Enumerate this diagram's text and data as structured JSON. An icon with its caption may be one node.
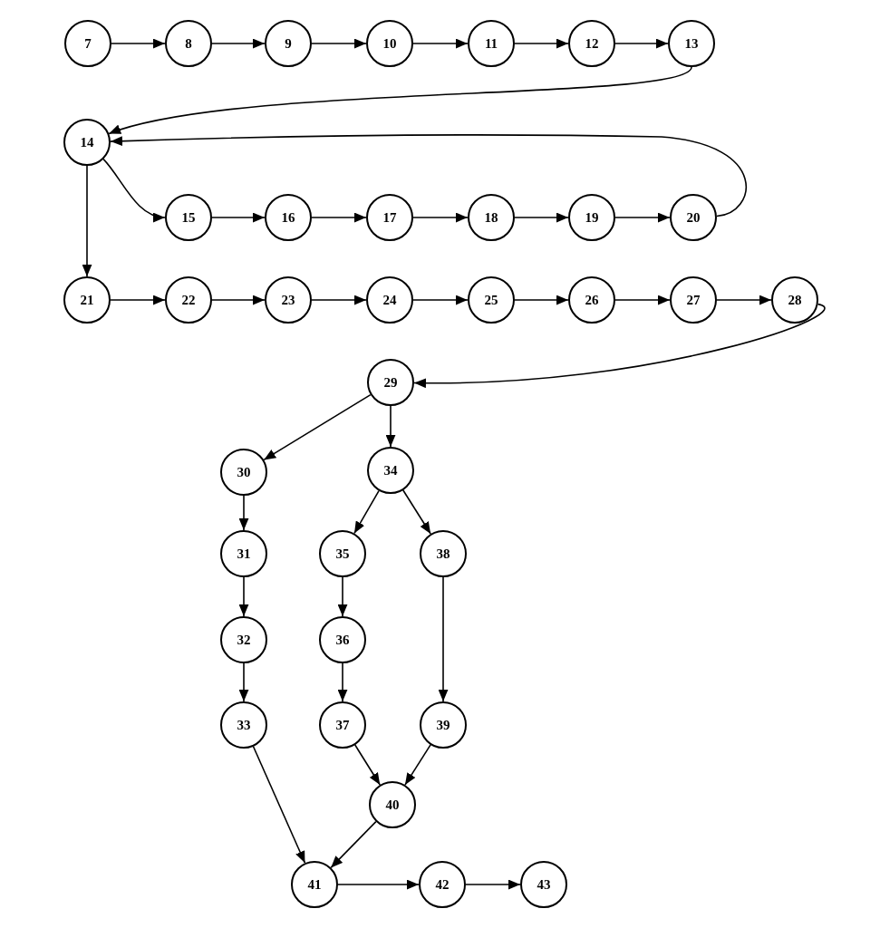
{
  "diagram": {
    "nodes": [
      {
        "text": [
          "7"
        ]
      },
      {
        "text": [
          "8"
        ]
      },
      {
        "text": [
          "9"
        ]
      },
      {
        "text": [
          "10"
        ]
      },
      {
        "text": [
          "11"
        ]
      },
      {
        "text": [
          "12"
        ]
      },
      {
        "text": [
          "13"
        ]
      },
      {
        "text": [
          "14"
        ]
      },
      {
        "text": [
          "15"
        ]
      },
      {
        "text": [
          "16"
        ]
      },
      {
        "text": [
          "17"
        ]
      },
      {
        "text": [
          "18"
        ]
      },
      {
        "text": [
          "19"
        ]
      },
      {
        "text": [
          "20"
        ]
      },
      {
        "text": [
          "21"
        ]
      },
      {
        "text": [
          "22"
        ]
      },
      {
        "text": [
          "23"
        ]
      },
      {
        "text": [
          "24"
        ]
      },
      {
        "text": [
          "25"
        ]
      },
      {
        "text": [
          "26"
        ]
      },
      {
        "text": [
          "27"
        ]
      },
      {
        "text": [
          "28"
        ]
      },
      {
        "text": [
          "29"
        ]
      },
      {
        "text": [
          "30"
        ]
      },
      {
        "text": [
          "31"
        ]
      },
      {
        "text": [
          "32"
        ]
      },
      {
        "text": [
          "33"
        ]
      },
      {
        "text": [
          "34"
        ]
      },
      {
        "text": [
          "35"
        ]
      },
      {
        "text": [
          "36"
        ]
      },
      {
        "text": [
          "37"
        ]
      },
      {
        "text": [
          "38"
        ]
      },
      {
        "text": [
          "39"
        ]
      },
      {
        "text": [
          "40"
        ]
      },
      {
        "text": [
          "41"
        ]
      },
      {
        "text": [
          "42"
        ]
      },
      {
        "text": [
          "43"
        ]
      }
    ],
    "edges": [
      {
        "from": 0,
        "to": 1,
        "arrow": "to"
      },
      {
        "from": 1,
        "to": 2,
        "arrow": "to"
      },
      {
        "from": 2,
        "to": 3,
        "arrow": "to"
      },
      {
        "from": 3,
        "to": 4,
        "arrow": "to"
      },
      {
        "from": 4,
        "to": 5,
        "arrow": "to"
      },
      {
        "from": 5,
        "to": 6,
        "arrow": "to"
      },
      {
        "from": 6,
        "to": 7,
        "arrow": "to"
      },
      {
        "from": 7,
        "to": 8,
        "arrow": "to"
      },
      {
        "from": 8,
        "to": 9,
        "arrow": "to"
      },
      {
        "from": 9,
        "to": 10,
        "arrow": "to"
      },
      {
        "from": 10,
        "to": 11,
        "arrow": "to"
      },
      {
        "from": 11,
        "to": 12,
        "arrow": "to"
      },
      {
        "from": 12,
        "to": 13,
        "arrow": "to"
      },
      {
        "from": 13,
        "to": 7,
        "arrow": "to"
      },
      {
        "from": 7,
        "to": 14,
        "arrow": "to"
      },
      {
        "from": 14,
        "to": 15,
        "arrow": "to"
      },
      {
        "from": 15,
        "to": 16,
        "arrow": "to"
      },
      {
        "from": 16,
        "to": 17,
        "arrow": "to"
      },
      {
        "from": 17,
        "to": 18,
        "arrow": "to"
      },
      {
        "from": 18,
        "to": 19,
        "arrow": "to"
      },
      {
        "from": 19,
        "to": 20,
        "arrow": "to"
      },
      {
        "from": 20,
        "to": 21,
        "arrow": "to"
      },
      {
        "from": 21,
        "to": 22,
        "arrow": "to"
      },
      {
        "from": 22,
        "to": 23,
        "arrow": "to"
      },
      {
        "from": 22,
        "to": 27,
        "arrow": "to"
      },
      {
        "from": 23,
        "to": 24,
        "arrow": "to"
      },
      {
        "from": 24,
        "to": 25,
        "arrow": "to"
      },
      {
        "from": 25,
        "to": 26,
        "arrow": "to"
      },
      {
        "from": 26,
        "to": 34,
        "arrow": "to"
      },
      {
        "from": 27,
        "to": 28,
        "arrow": "to"
      },
      {
        "from": 27,
        "to": 31,
        "arrow": "to"
      },
      {
        "from": 28,
        "to": 29,
        "arrow": "to"
      },
      {
        "from": 29,
        "to": 30,
        "arrow": "to"
      },
      {
        "from": 30,
        "to": 33,
        "arrow": "to"
      },
      {
        "from": 31,
        "to": 32,
        "arrow": "to"
      },
      {
        "from": 32,
        "to": 33,
        "arrow": "to"
      },
      {
        "from": 33,
        "to": 34,
        "arrow": "to"
      },
      {
        "from": 34,
        "to": 35,
        "arrow": "to"
      },
      {
        "from": 35,
        "to": 36,
        "arrow": "to"
      }
    ]
  }
}
